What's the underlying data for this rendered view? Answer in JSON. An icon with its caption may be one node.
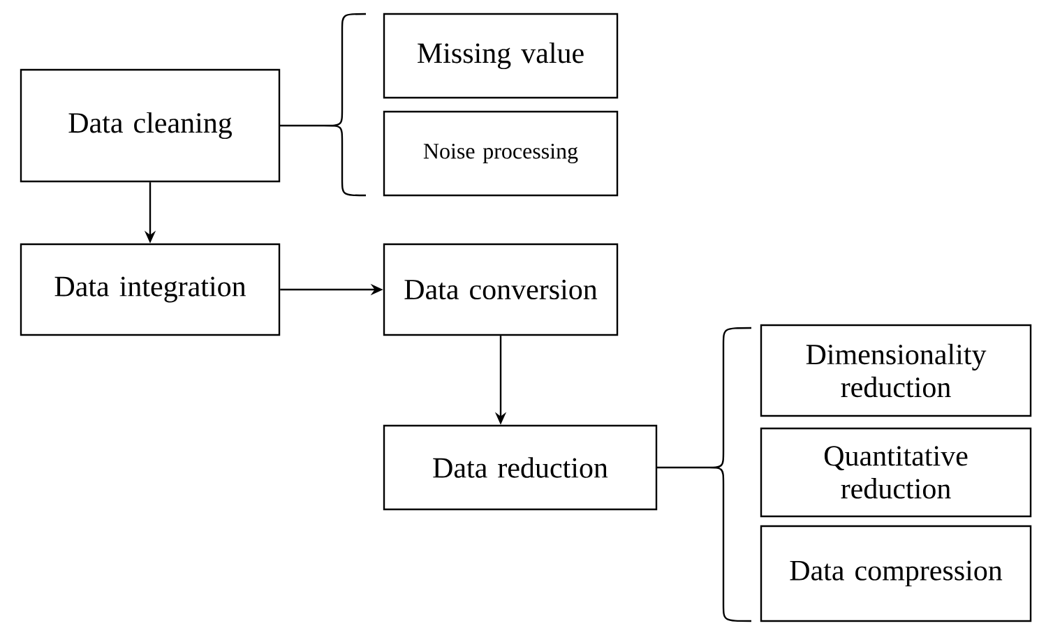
{
  "diagram": {
    "nodes": [
      {
        "text": [
          "Data cleaning"
        ]
      },
      {
        "text": [
          "Missing value"
        ]
      },
      {
        "text": [
          "Noise processing"
        ]
      },
      {
        "text": [
          "Data integration"
        ]
      },
      {
        "text": [
          "Data conversion"
        ]
      },
      {
        "text": [
          "Data reduction"
        ]
      },
      {
        "text": [
          "Dimensionality reduction"
        ]
      },
      {
        "text": [
          "Quantitative reduction"
        ]
      },
      {
        "text": [
          "Data compression"
        ]
      }
    ],
    "edges": [
      {
        "from": 0,
        "to": 3,
        "arrow": "to"
      },
      {
        "from": 3,
        "to": 4,
        "arrow": "to"
      },
      {
        "from": 4,
        "to": 5,
        "arrow": "to"
      }
    ]
  }
}
